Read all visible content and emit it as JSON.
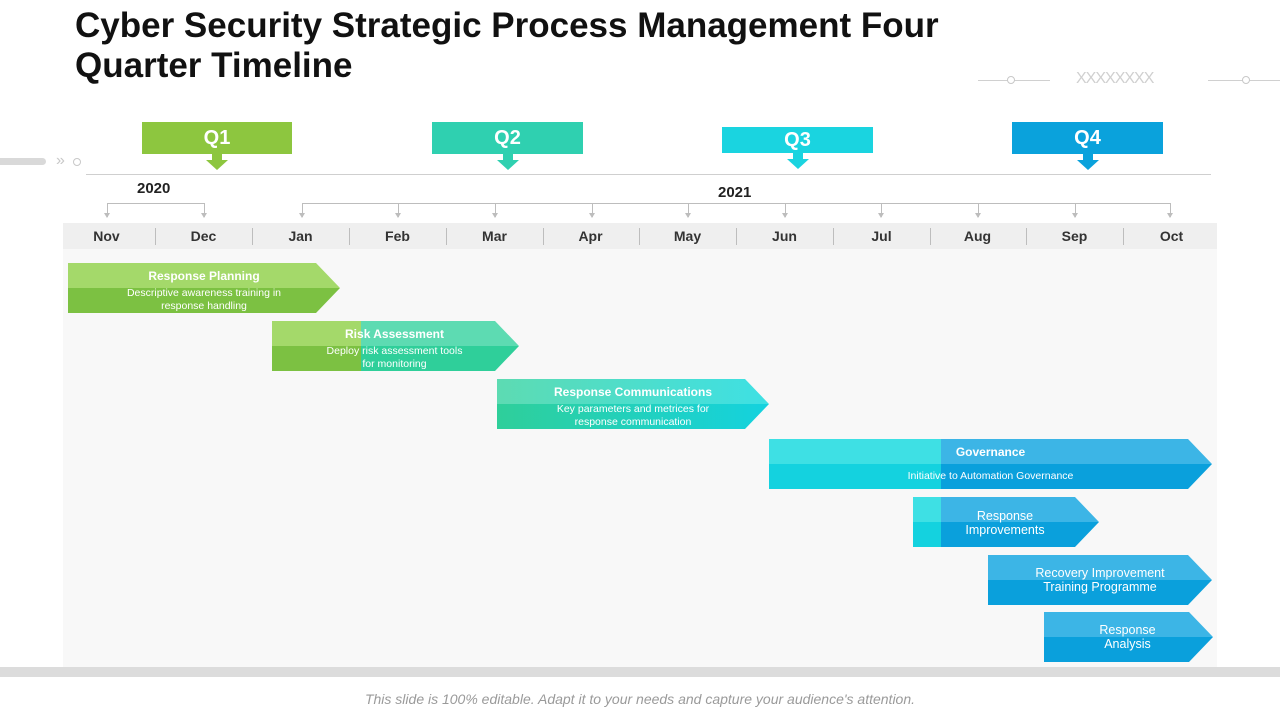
{
  "title": "Cyber Security Strategic Process Management Four Quarter Timeline",
  "decoration": {
    "x_marks": "XXXXXXXX",
    "chevrons": "»"
  },
  "quarters": [
    {
      "label": "Q1",
      "color": "#8dc63f"
    },
    {
      "label": "Q2",
      "color": "#2fd0b0"
    },
    {
      "label": "Q3",
      "color": "#1ad4e0"
    },
    {
      "label": "Q4",
      "color": "#0aa2dc"
    }
  ],
  "years": [
    "2020",
    "2021"
  ],
  "months": [
    "Nov",
    "Dec",
    "Jan",
    "Feb",
    "Mar",
    "Apr",
    "May",
    "Jun",
    "Jul",
    "Aug",
    "Sep",
    "Oct"
  ],
  "tasks": [
    {
      "name": "Response Planning",
      "desc_1": "Descriptive awareness training in",
      "desc_2": "response handling"
    },
    {
      "name": "Risk Assessment",
      "desc_1": "Deploy risk assessment tools",
      "desc_2": "for monitoring"
    },
    {
      "name": "Response Communications",
      "desc_1": "Key parameters and metrices for",
      "desc_2": "response communication"
    },
    {
      "name": "Governance",
      "desc_1": "Initiative to Automation Governance"
    },
    {
      "name_1": "Response",
      "name_2": "Improvements"
    },
    {
      "name_1": "Recovery Improvement",
      "name_2": "Training Programme"
    },
    {
      "name_1": "Response",
      "name_2": "Analysis"
    }
  ],
  "footer": "This slide is 100% editable. Adapt it to your needs and capture your audience's attention."
}
